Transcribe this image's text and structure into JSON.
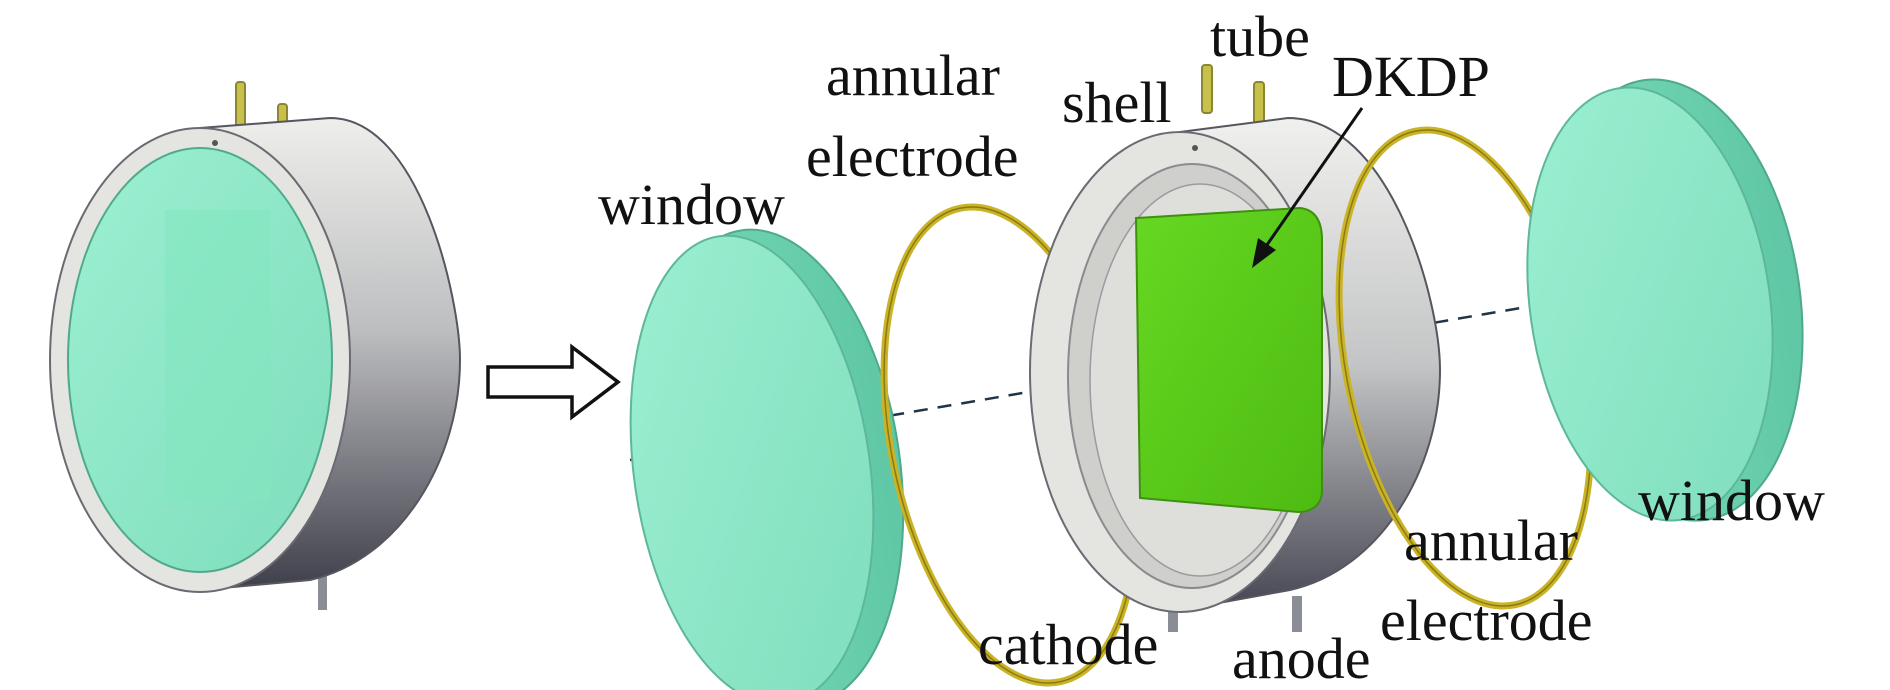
{
  "labels": {
    "tube": "tube",
    "shell": "shell",
    "dkdp": "DKDP",
    "annular_electrode_top_1": "annular",
    "annular_electrode_top_2": "electrode",
    "window_left": "window",
    "window_right": "window",
    "annular_electrode_bottom_1": "annular",
    "annular_electrode_bottom_2": "electrode",
    "cathode": "cathode",
    "anode": "anode"
  },
  "colors": {
    "window_glass": "#8FE8C8",
    "window_glass_edge": "#6BCFAE",
    "crystal": "#5CCC1A",
    "shell_light": "#E6E6E3",
    "shell_dark": "#4A4B55",
    "electrode_ring": "#C9B327",
    "pin": "#C7C04A",
    "leg": "#8A8D95",
    "axis_line": "#223344"
  }
}
